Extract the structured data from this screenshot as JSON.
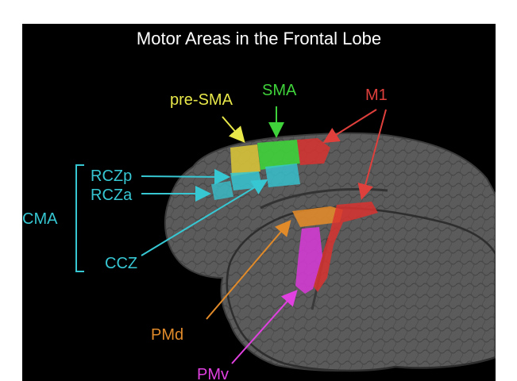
{
  "title": "Motor Areas in the Frontal Lobe",
  "labels": {
    "pre_sma": "pre-SMA",
    "sma": "SMA",
    "m1": "M1",
    "rczp": "RCZp",
    "rcza": "RCZa",
    "cma": "CMA",
    "ccz": "CCZ",
    "pmd": "PMd",
    "pmv": "PMv"
  },
  "colors": {
    "background": "#000000",
    "brain": "#595959",
    "pre_sma": "#d6c238",
    "sma": "#3fd23a",
    "m1": "#d8332f",
    "cma": "#36c7d3",
    "pmd": "#e08a2a",
    "pmv": "#d23ad2"
  }
}
